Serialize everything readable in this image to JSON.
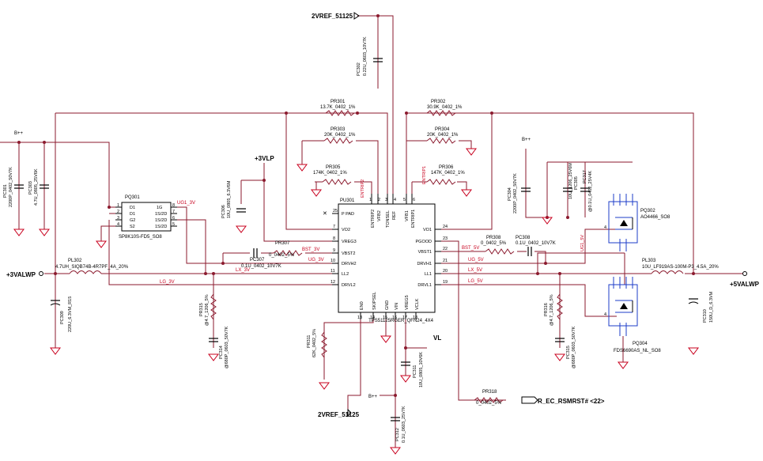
{
  "nets": {
    "vref_top": "2VREF_51125",
    "vref_bot": "2VREF_51125",
    "vlp": "+3VLP",
    "bplus_l": "B++",
    "bplus_r": "B++",
    "bplus_b": "B++",
    "valwp_l": "+3VALWP",
    "valwp_r": "+5VALWP",
    "vl": "VL",
    "ec_rsmrst": "R_EC_RSMRST#  <22>"
  },
  "signals": {
    "ug1_3v": "UG1_3V",
    "bst_3v": "BST_3V",
    "ug_3v": "UG_3V",
    "lx_3v": "LX_3V",
    "lg_3v": "LG_3V",
    "bst_5v": "BST_5V",
    "ug_5v": "UG_5V",
    "lx_5v": "LX_5V",
    "lg_5v": "LG_5V",
    "ug1_5v": "UG1_5V",
    "entrip2": "ENTRIP2",
    "entrip1": "ENTRIP1"
  },
  "ic": {
    "ref": "PU301",
    "part": "TPS51125RGER_QFN24_4X4",
    "left_pins": [
      {
        "num": "25",
        "name": "P PAD"
      },
      {
        "num": "7",
        "name": "VO2"
      },
      {
        "num": "8",
        "name": "VREG3"
      },
      {
        "num": "9",
        "name": "VBST2"
      },
      {
        "num": "10",
        "name": "DRVH2"
      },
      {
        "num": "11",
        "name": "LL2"
      },
      {
        "num": "12",
        "name": "DRVL2"
      }
    ],
    "right_pins": [
      {
        "num": "24",
        "name": "VO1"
      },
      {
        "num": "23",
        "name": "PGOOD"
      },
      {
        "num": "22",
        "name": "VBST1"
      },
      {
        "num": "21",
        "name": "DRVH1"
      },
      {
        "num": "20",
        "name": "LL1"
      },
      {
        "num": "19",
        "name": "DRVL1"
      }
    ],
    "top_pins": [
      {
        "num": "1",
        "name": "ENTRIP2"
      },
      {
        "num": "2",
        "name": "VFB2"
      },
      {
        "num": "3",
        "name": "TONSEL"
      },
      {
        "num": "4",
        "name": "REF"
      },
      {
        "num": "5",
        "name": "VFB1"
      },
      {
        "num": "6",
        "name": "ENTRIP1"
      }
    ],
    "bottom_pins": [
      {
        "num": "13",
        "name": "EN0"
      },
      {
        "num": "14",
        "name": "SKIPSEL"
      },
      {
        "num": "15",
        "name": "GND"
      },
      {
        "num": "16",
        "name": "VIN"
      },
      {
        "num": "17",
        "name": "VREG5"
      },
      {
        "num": "18",
        "name": "VCLK"
      }
    ]
  },
  "mosfet_pq301": {
    "ref": "PQ301",
    "part": "SP8K10S-FD5_SO8",
    "pins_left": [
      {
        "num": "1",
        "name": "D1"
      },
      {
        "num": "2",
        "name": "D1"
      },
      {
        "num": "3",
        "name": "G2"
      },
      {
        "num": "4",
        "name": "S2"
      }
    ],
    "pins_right": [
      {
        "num": "8",
        "name": "1G"
      },
      {
        "num": "7",
        "name": "1S/2D"
      },
      {
        "num": "6",
        "name": "1S/2D"
      },
      {
        "num": "5",
        "name": "1S/2D"
      }
    ]
  },
  "parts": {
    "pq302_ref": "PQ302",
    "pq302_part": "AO4466_SO8",
    "pq304_ref": "PQ304",
    "pq304_part": "FDS6690AS_NL_SO8",
    "pl302_ref": "PL302",
    "pl302_val": "4.7UH_SIQB74B-4R7PF_4A_20%",
    "pl303_ref": "PL303",
    "pl303_val": "10U_LF919AS-100M-P3_4.5A_20%",
    "pr301_ref": "PR301",
    "pr301_val": "13.7K_0402_1%",
    "pr302_ref": "PR302",
    "pr302_val": "30.9K_0402_1%",
    "pr303_ref": "PR303",
    "pr303_val": "20K_0402_1%",
    "pr304_ref": "PR304",
    "pr304_val": "20K_0402_1%",
    "pr305_ref": "PR305",
    "pr305_val": "174K_0402_1%",
    "pr306_ref": "PR306",
    "pr306_val": "147K_0402_1%",
    "pr307_ref": "PR307",
    "pr307_val": "0_0402_5%",
    "pr308_ref": "PR308",
    "pr308_val": "0_0402_5%",
    "pr311_ref": "PR311",
    "pr311_val": "62K_0402_5%",
    "pr315_ref": "PR315",
    "pr315_val": "@4.7_1206_5%",
    "pr316_ref": "PR316",
    "pr316_val": "@4.7_1206_5%",
    "pr318_ref": "PR318",
    "pr318_val": "0_0402_5%",
    "pc302_ref": "PC302",
    "pc302_val": "0.22U_0603_10V7K",
    "pc306_ref": "PC306",
    "pc306_val": "10U_0805_6.3V6M",
    "pc307_ref": "PC307",
    "pc307_val": "0.1U_0402_10V7K",
    "pc308_ref": "PC308",
    "pc308_val": "0.1U_0402_10V7K",
    "pc301_ref": "PC301",
    "pc301_val": "2200P_0402_50V7K",
    "pc303_ref": "PC303",
    "pc303_val": "4.7U_0805_25V6K",
    "pc304_ref": "PC304",
    "pc304_val": "2200P_0402_50V7K",
    "pc305_ref": "PC305",
    "pc305_val": "10U_1206_25V6M",
    "pc317_ref": "PC317",
    "pc317_val": "@0.1U_0402_25V4K",
    "pc309_ref": "PC309",
    "pc309_val": "220U_6.3VM_R15",
    "pc310_ref": "PC310",
    "pc310_val": "150U_D_6.3VM",
    "pc311_ref": "PC311",
    "pc311_val": "10U_0805_10V6K",
    "pc312_ref": "PC312",
    "pc312_val": "0.1U_0603_25V7K",
    "pc314_ref": "PC314",
    "pc314_val": "@680P_0603_50V7K",
    "pc315_ref": "PC315",
    "pc315_val": "@680P_0603_50V7K"
  }
}
